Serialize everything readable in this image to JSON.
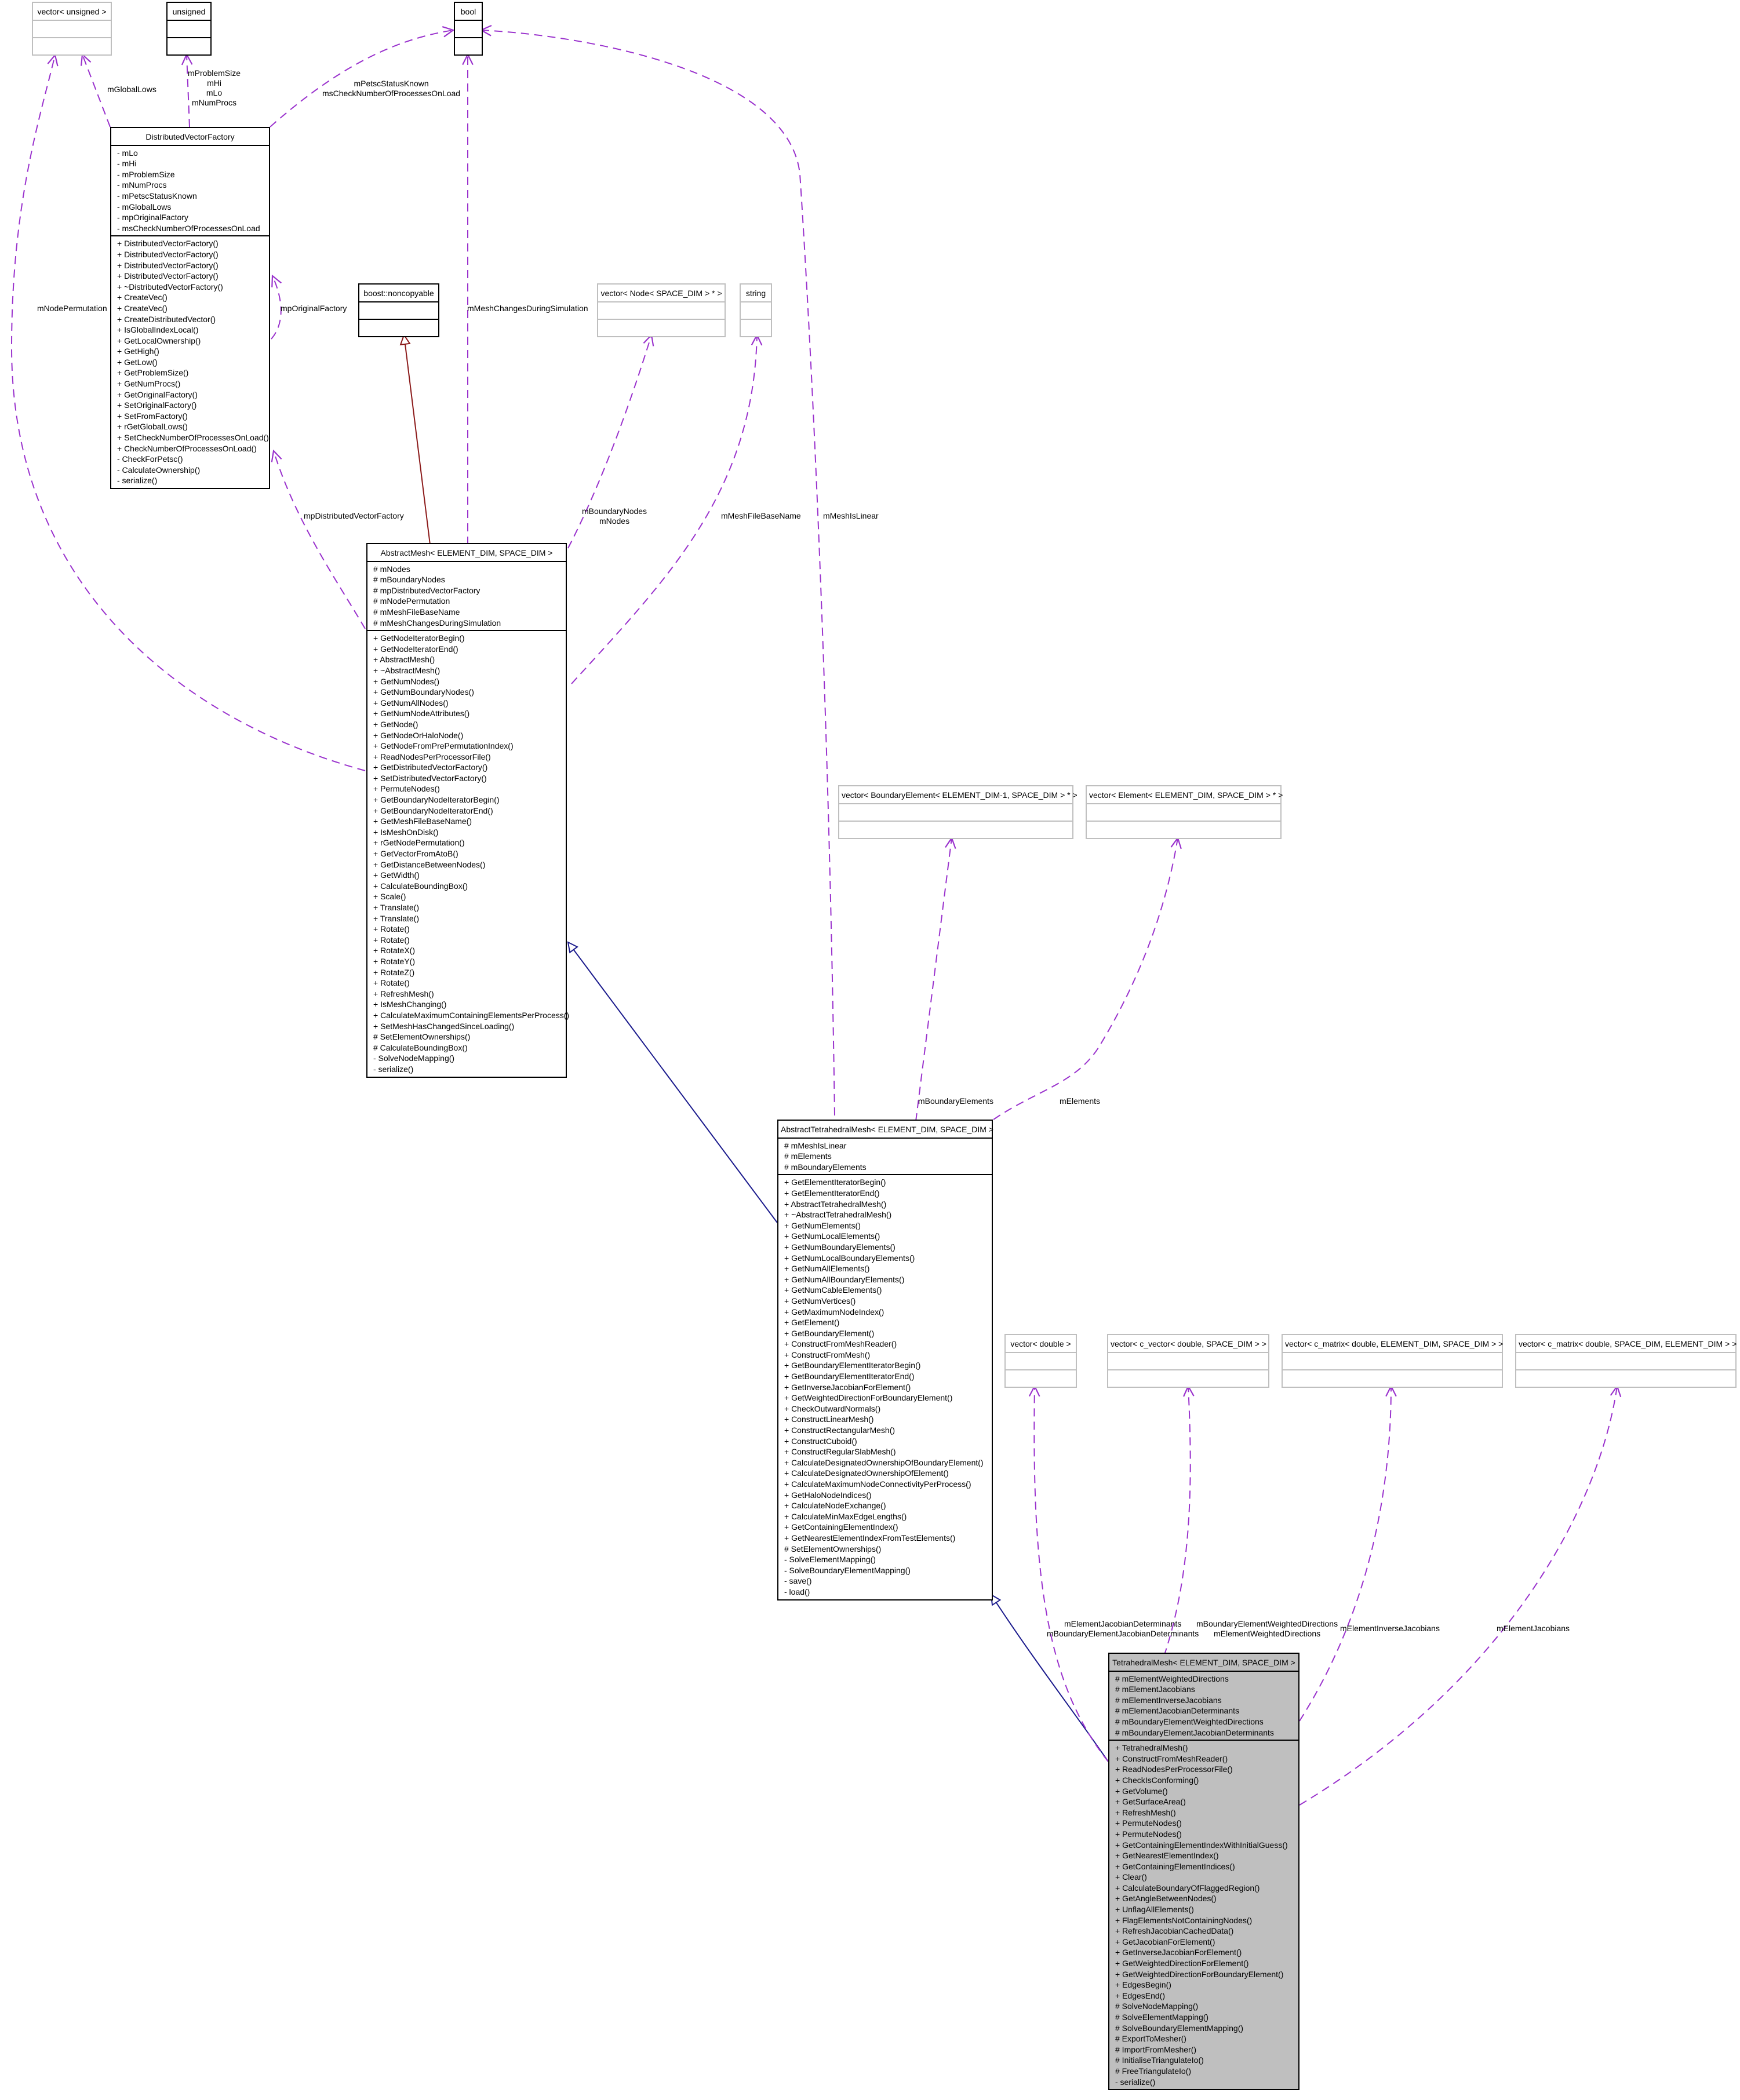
{
  "colors": {
    "inheritance_public": "#1a1a8c",
    "inheritance_private": "#8b1a1a",
    "association": "#9a32cd",
    "focus_fill": "#bfbfbf"
  },
  "classes": {
    "vec_unsigned": {
      "title": "vector< unsigned >"
    },
    "unsigned": {
      "title": "unsigned"
    },
    "bool": {
      "title": "bool"
    },
    "dvf": {
      "title": "DistributedVectorFactory",
      "attributes": [
        "- mLo",
        "- mHi",
        "- mProblemSize",
        "- mNumProcs",
        "- mPetscStatusKnown",
        "- mGlobalLows",
        "- mpOriginalFactory",
        "- msCheckNumberOfProcessesOnLoad"
      ],
      "methods": [
        "+ DistributedVectorFactory()",
        "+ DistributedVectorFactory()",
        "+ DistributedVectorFactory()",
        "+ DistributedVectorFactory()",
        "+ ~DistributedVectorFactory()",
        "+ CreateVec()",
        "+ CreateVec()",
        "+ CreateDistributedVector()",
        "+ IsGlobalIndexLocal()",
        "+ GetLocalOwnership()",
        "+ GetHigh()",
        "+ GetLow()",
        "+ GetProblemSize()",
        "+ GetNumProcs()",
        "+ GetOriginalFactory()",
        "+ SetOriginalFactory()",
        "+ SetFromFactory()",
        "+ rGetGlobalLows()",
        "+ SetCheckNumberOfProcessesOnLoad()",
        "+ CheckNumberOfProcessesOnLoad()",
        "- CheckForPetsc()",
        "- CalculateOwnership()",
        "- serialize()"
      ]
    },
    "noncopyable": {
      "title": "boost::noncopyable"
    },
    "vec_node": {
      "title": "vector< Node< SPACE_DIM > * >"
    },
    "string": {
      "title": "string"
    },
    "abstract_mesh": {
      "title": "AbstractMesh< ELEMENT_DIM, SPACE_DIM >",
      "attributes": [
        "# mNodes",
        "# mBoundaryNodes",
        "# mpDistributedVectorFactory",
        "# mNodePermutation",
        "# mMeshFileBaseName",
        "# mMeshChangesDuringSimulation"
      ],
      "methods": [
        "+ GetNodeIteratorBegin()",
        "+ GetNodeIteratorEnd()",
        "+ AbstractMesh()",
        "+ ~AbstractMesh()",
        "+ GetNumNodes()",
        "+ GetNumBoundaryNodes()",
        "+ GetNumAllNodes()",
        "+ GetNumNodeAttributes()",
        "+ GetNode()",
        "+ GetNodeOrHaloNode()",
        "+ GetNodeFromPrePermutationIndex()",
        "+ ReadNodesPerProcessorFile()",
        "+ GetDistributedVectorFactory()",
        "+ SetDistributedVectorFactory()",
        "+ PermuteNodes()",
        "+ GetBoundaryNodeIteratorBegin()",
        "+ GetBoundaryNodeIteratorEnd()",
        "+ GetMeshFileBaseName()",
        "+ IsMeshOnDisk()",
        "+ rGetNodePermutation()",
        "+ GetVectorFromAtoB()",
        "+ GetDistanceBetweenNodes()",
        "+ GetWidth()",
        "+ CalculateBoundingBox()",
        "+ Scale()",
        "+ Translate()",
        "+ Translate()",
        "+ Rotate()",
        "+ Rotate()",
        "+ RotateX()",
        "+ RotateY()",
        "+ RotateZ()",
        "+ Rotate()",
        "+ RefreshMesh()",
        "+ IsMeshChanging()",
        "+ CalculateMaximumContainingElementsPerProcess()",
        "+ SetMeshHasChangedSinceLoading()",
        "# SetElementOwnerships()",
        "# CalculateBoundingBox()",
        "- SolveNodeMapping()",
        "- serialize()"
      ]
    },
    "vec_boundary": {
      "title": "vector< BoundaryElement< ELEMENT_DIM-1, SPACE_DIM > * >"
    },
    "vec_element": {
      "title": "vector< Element< ELEMENT_DIM, SPACE_DIM > * >"
    },
    "abstract_tet": {
      "title": "AbstractTetrahedralMesh< ELEMENT_DIM, SPACE_DIM >",
      "attributes": [
        "# mMeshIsLinear",
        "# mElements",
        "# mBoundaryElements"
      ],
      "methods": [
        "+ GetElementIteratorBegin()",
        "+ GetElementIteratorEnd()",
        "+ AbstractTetrahedralMesh()",
        "+ ~AbstractTetrahedralMesh()",
        "+ GetNumElements()",
        "+ GetNumLocalElements()",
        "+ GetNumBoundaryElements()",
        "+ GetNumLocalBoundaryElements()",
        "+ GetNumAllElements()",
        "+ GetNumAllBoundaryElements()",
        "+ GetNumCableElements()",
        "+ GetNumVertices()",
        "+ GetMaximumNodeIndex()",
        "+ GetElement()",
        "+ GetBoundaryElement()",
        "+ ConstructFromMeshReader()",
        "+ ConstructFromMesh()",
        "+ GetBoundaryElementIteratorBegin()",
        "+ GetBoundaryElementIteratorEnd()",
        "+ GetInverseJacobianForElement()",
        "+ GetWeightedDirectionForBoundaryElement()",
        "+ CheckOutwardNormals()",
        "+ ConstructLinearMesh()",
        "+ ConstructRectangularMesh()",
        "+ ConstructCuboid()",
        "+ ConstructRegularSlabMesh()",
        "+ CalculateDesignatedOwnershipOfBoundaryElement()",
        "+ CalculateDesignatedOwnershipOfElement()",
        "+ CalculateMaximumNodeConnectivityPerProcess()",
        "+ GetHaloNodeIndices()",
        "+ CalculateNodeExchange()",
        "+ CalculateMinMaxEdgeLengths()",
        "+ GetContainingElementIndex()",
        "+ GetNearestElementIndexFromTestElements()",
        "# SetElementOwnerships()",
        "- SolveElementMapping()",
        "- SolveBoundaryElementMapping()",
        "- save()",
        "- load()"
      ]
    },
    "vec_double": {
      "title": "vector< double >"
    },
    "vec_cvector": {
      "title": "vector< c_vector< double, SPACE_DIM > >"
    },
    "vec_cmatrix1": {
      "title": "vector< c_matrix< double, ELEMENT_DIM, SPACE_DIM > >"
    },
    "vec_cmatrix2": {
      "title": "vector< c_matrix< double, SPACE_DIM, ELEMENT_DIM > >"
    },
    "tet_mesh": {
      "title": "TetrahedralMesh< ELEMENT_DIM, SPACE_DIM >",
      "attributes": [
        "# mElementWeightedDirections",
        "# mElementJacobians",
        "# mElementInverseJacobians",
        "# mElementJacobianDeterminants",
        "# mBoundaryElementWeightedDirections",
        "# mBoundaryElementJacobianDeterminants"
      ],
      "methods": [
        "+ TetrahedralMesh()",
        "+ ConstructFromMeshReader()",
        "+ ReadNodesPerProcessorFile()",
        "+ CheckIsConforming()",
        "+ GetVolume()",
        "+ GetSurfaceArea()",
        "+ RefreshMesh()",
        "+ PermuteNodes()",
        "+ PermuteNodes()",
        "+ GetContainingElementIndexWithInitialGuess()",
        "+ GetNearestElementIndex()",
        "+ GetContainingElementIndices()",
        "+ Clear()",
        "+ CalculateBoundaryOfFlaggedRegion()",
        "+ GetAngleBetweenNodes()",
        "+ UnflagAllElements()",
        "+ FlagElementsNotContainingNodes()",
        "+ RefreshJacobianCachedData()",
        "+ GetJacobianForElement()",
        "+ GetInverseJacobianForElement()",
        "+ GetWeightedDirectionForElement()",
        "+ GetWeightedDirectionForBoundaryElement()",
        "+ EdgesBegin()",
        "+ EdgesEnd()",
        "# SolveNodeMapping()",
        "# SolveElementMapping()",
        "# SolveBoundaryElementMapping()",
        "# ExportToMesher()",
        "# ImportFromMesher()",
        "# InitialiseTriangulateIo()",
        "# FreeTriangulateIo()",
        "- serialize()"
      ]
    }
  },
  "edge_labels": {
    "mGlobalLows": "mGlobalLows",
    "unsigned_line1": "mProblemSize",
    "unsigned_line2": "mHi",
    "unsigned_line3": "mLo",
    "unsigned_line4": "mNumProcs",
    "bool_dvf_line1": "mPetscStatusKnown",
    "bool_dvf_line2": "msCheckNumberOfProcessesOnLoad",
    "mNodePermutation": "mNodePermutation",
    "mpOriginalFactory": "mpOriginalFactory",
    "mMeshChangesDuringSimulation": "mMeshChangesDuringSimulation",
    "mpDistributedVectorFactory": "mpDistributedVectorFactory",
    "nodes_line1": "mBoundaryNodes",
    "nodes_line2": "mNodes",
    "mMeshFileBaseName": "mMeshFileBaseName",
    "mMeshIsLinear": "mMeshIsLinear",
    "mBoundaryElements": "mBoundaryElements",
    "mElements": "mElements",
    "double_line1": "mElementJacobianDeterminants",
    "double_line2": "mBoundaryElementJacobianDeterminants",
    "cvector_line1": "mBoundaryElementWeightedDirections",
    "cvector_line2": "mElementWeightedDirections",
    "mElementInverseJacobians": "mElementInverseJacobians",
    "mElementJacobians": "mElementJacobians"
  }
}
